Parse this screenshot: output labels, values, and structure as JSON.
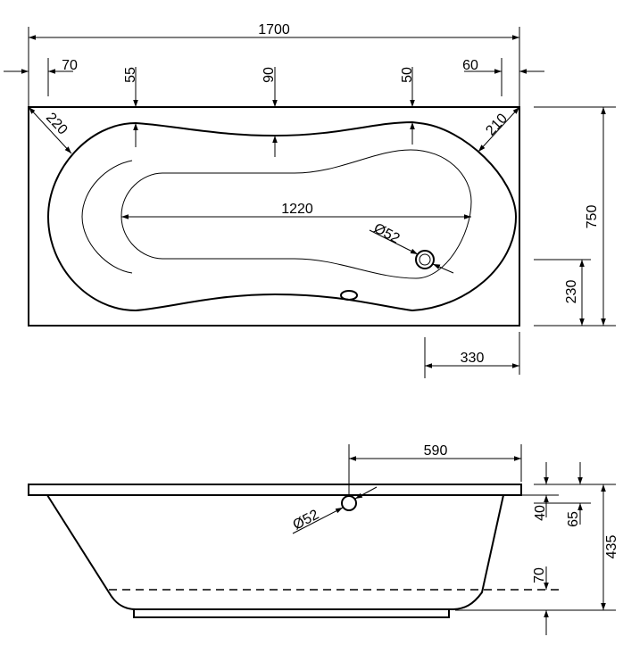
{
  "top_view": {
    "dims": {
      "overall_length": "1700",
      "left_offset": "70",
      "top_left_offset": "55",
      "top_center_offset": "90",
      "top_right_offset": "50",
      "right_offset": "60",
      "corner_left": "220",
      "corner_right": "210",
      "inner_length": "1220",
      "drain": "Ø52",
      "overall_width": "750",
      "drain_height": "230",
      "drain_from_end": "330"
    }
  },
  "side_view": {
    "dims": {
      "overflow_position": "590",
      "overflow": "Ø52",
      "rim_depth": "40",
      "overflow_depth": "65",
      "total_height": "435",
      "bottom_thickness": "70"
    }
  },
  "colors": {
    "line": "#000000",
    "background": "#ffffff"
  }
}
